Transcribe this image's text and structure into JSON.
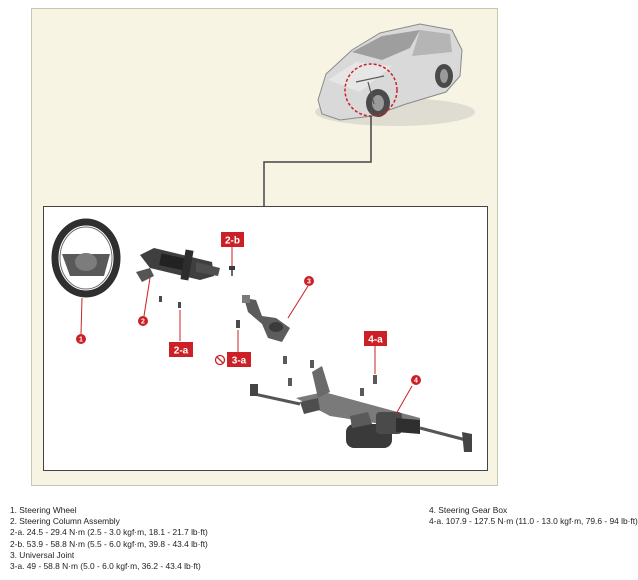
{
  "callouts": {
    "c1": "1",
    "c2": "2",
    "c3": "3",
    "c4": "4",
    "c2a": "2-a",
    "c2b": "2-b",
    "c3a": "3-a",
    "c4a": "4-a"
  },
  "legend": {
    "col1": [
      "1. Steering Wheel",
      "2. Steering Column Assembly",
      "2-a. 24.5 - 29.4 N·m (2.5 - 3.0 kgf·m, 18.1 - 21.7 lb·ft)",
      "2-b. 53.9 - 58.8 N·m (5.5 - 6.0 kgf·m, 39.8 - 43.4 lb·ft)",
      "3. Universal Joint",
      "3-a. 49 - 58.8 N·m (5.0 - 6.0 kgf·m, 36.2 - 43.4 lb·ft)"
    ],
    "col2": [
      "4. Steering Gear Box",
      "4-a. 107.9 - 127.5 N·m (11.0 - 13.0 kgf·m, 79.6 - 94 lb·ft)"
    ]
  },
  "colors": {
    "callout_red": "#cc2027",
    "frame_bg": "#f7f4e4"
  }
}
